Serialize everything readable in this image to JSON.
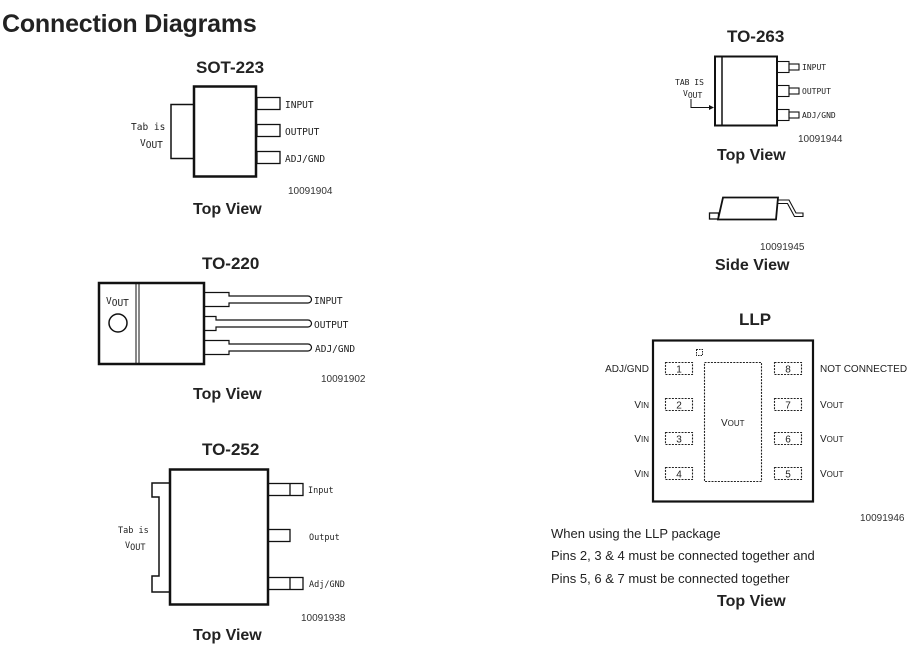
{
  "page": {
    "heading": "Connection Diagrams"
  },
  "packages": {
    "sot223": {
      "title": "SOT-223",
      "tab_label_line1": "Tab is",
      "tab_label_v": "V",
      "tab_label_sub": "OUT",
      "pins": [
        "INPUT",
        "OUTPUT",
        "ADJ/GND"
      ],
      "figure_id": "10091904",
      "view": "Top View"
    },
    "to220": {
      "title": "TO-220",
      "tab_label_v": "V",
      "tab_label_sub": "OUT",
      "pins": [
        "INPUT",
        "OUTPUT",
        "ADJ/GND"
      ],
      "figure_id": "10091902",
      "view": "Top View"
    },
    "to252": {
      "title": "TO-252",
      "tab_label_line1": "Tab is",
      "tab_label_v": "V",
      "tab_label_sub": "OUT",
      "pins": [
        "Input",
        "Output",
        "Adj/GND"
      ],
      "figure_id": "10091938",
      "view": "Top View"
    },
    "to263": {
      "title": "TO-263",
      "tab_label_line1": "TAB IS",
      "tab_label_v": "V",
      "tab_label_sub": "OUT",
      "pins": [
        "INPUT",
        "OUTPUT",
        "ADJ/GND"
      ],
      "figure_id": "10091944",
      "view": "Top View",
      "side_figure_id": "10091945",
      "side_view": "Side View"
    },
    "llp": {
      "title": "LLP",
      "center_pad_v": "V",
      "center_pad_sub": "OUT",
      "left_pins": [
        {
          "number": "1",
          "label": "ADJ/GND",
          "sub": ""
        },
        {
          "number": "2",
          "label": "V",
          "sub": "IN"
        },
        {
          "number": "3",
          "label": "V",
          "sub": "IN"
        },
        {
          "number": "4",
          "label": "V",
          "sub": "IN"
        }
      ],
      "right_pins": [
        {
          "number": "8",
          "label": "NOT CONNECTED",
          "sub": ""
        },
        {
          "number": "7",
          "label": "V",
          "sub": "OUT"
        },
        {
          "number": "6",
          "label": "V",
          "sub": "OUT"
        },
        {
          "number": "5",
          "label": "V",
          "sub": "OUT"
        }
      ],
      "figure_id": "10091946",
      "notes": [
        "When using the LLP package",
        "Pins 2, 3 & 4 must be connected together and",
        "Pins 5, 6 & 7 must be connected together"
      ],
      "view": "Top View"
    }
  }
}
